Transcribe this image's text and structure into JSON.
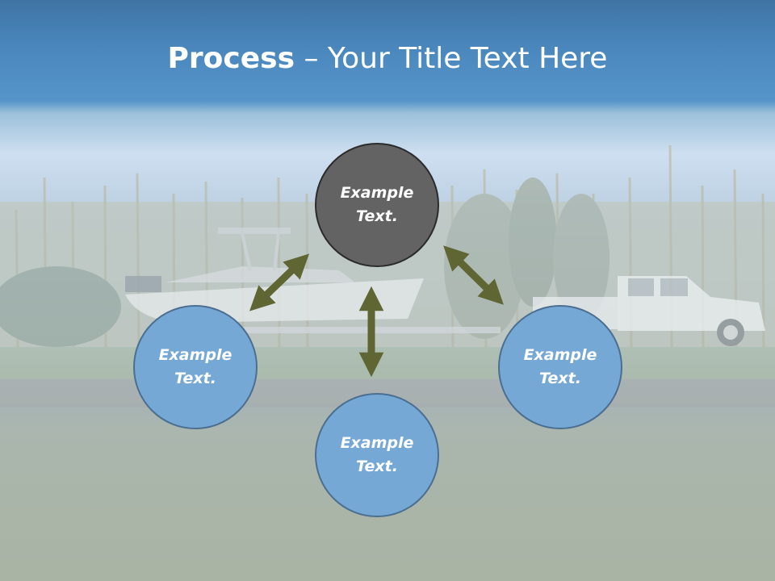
{
  "title": {
    "bold": "Process",
    "dash": " – ",
    "rest": "Your Title Text Here"
  },
  "nodes": {
    "center": "Example Text.",
    "left": "Example Text.",
    "right": "Example Text.",
    "bottom": "Example Text."
  },
  "colors": {
    "header_blue": "#4a87bd",
    "center_fill": "#636363",
    "node_fill": "#76a8d6",
    "arrow": "#5f6633"
  }
}
